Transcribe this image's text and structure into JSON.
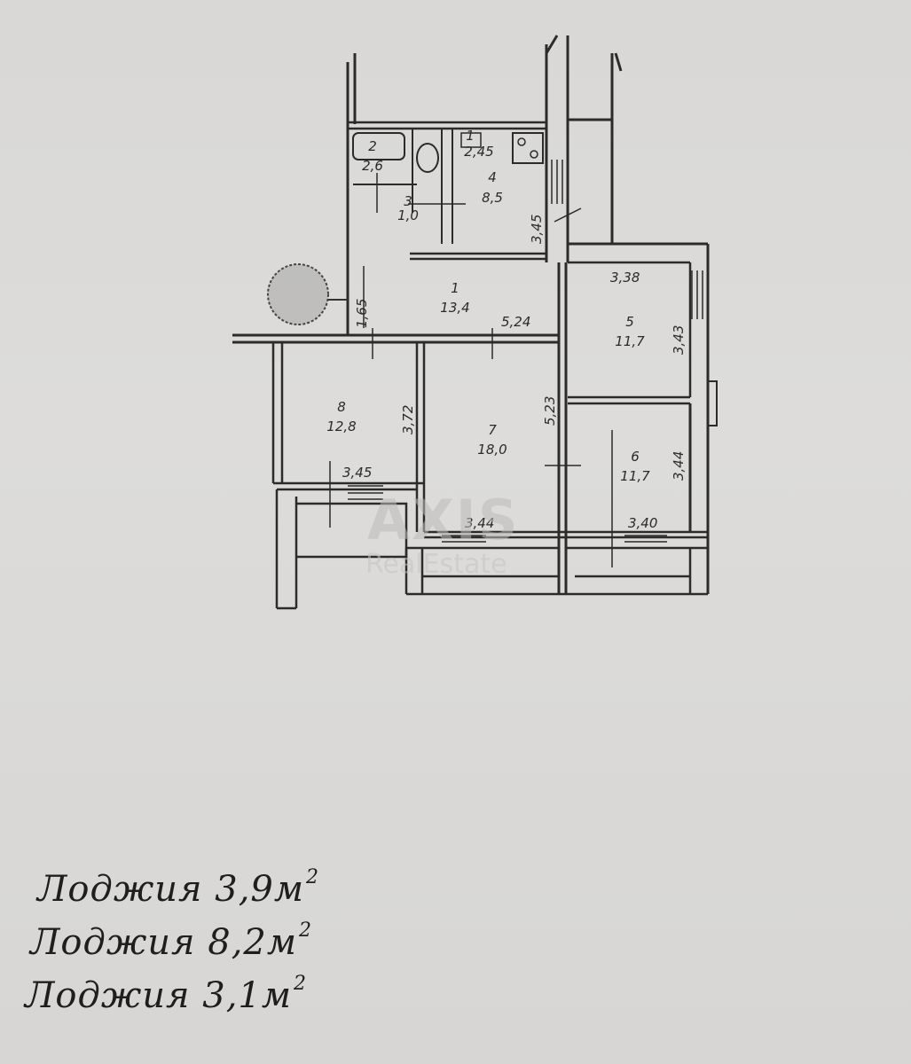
{
  "plan": {
    "rooms": [
      {
        "id": "1",
        "num": "1",
        "area": "13,4"
      },
      {
        "id": "2",
        "num": "2",
        "area": "2,6"
      },
      {
        "id": "3",
        "num": "3",
        "area": "1,0"
      },
      {
        "id": "4",
        "num": "4",
        "area": "8,5"
      },
      {
        "id": "5",
        "num": "5",
        "area": "11,7"
      },
      {
        "id": "6",
        "num": "6",
        "area": "11,7"
      },
      {
        "id": "7",
        "num": "7",
        "area": "18,0"
      },
      {
        "id": "8",
        "num": "8",
        "area": "12,8"
      },
      {
        "id": "small",
        "num": "1",
        "area": "2,45"
      }
    ],
    "dims": {
      "d165": "1,65",
      "d524": "5,24",
      "d338": "3,38",
      "d343": "3,43",
      "d345v": "3,45",
      "d372": "3,72",
      "d345h": "3,45",
      "d523": "5,23",
      "d344h": "3,44",
      "d340": "3,40",
      "d344v": "3,44"
    }
  },
  "watermark": {
    "logo": "AXIS",
    "sub": "RealEstate"
  },
  "notes": {
    "line1": "Лоджия 3,9м",
    "line2": "Лоджия 8,2м",
    "line3": "Лоджия 3,1м",
    "sup": "2"
  },
  "colors": {
    "paper": "#dcdbd9",
    "ink": "#2a2a2a"
  }
}
